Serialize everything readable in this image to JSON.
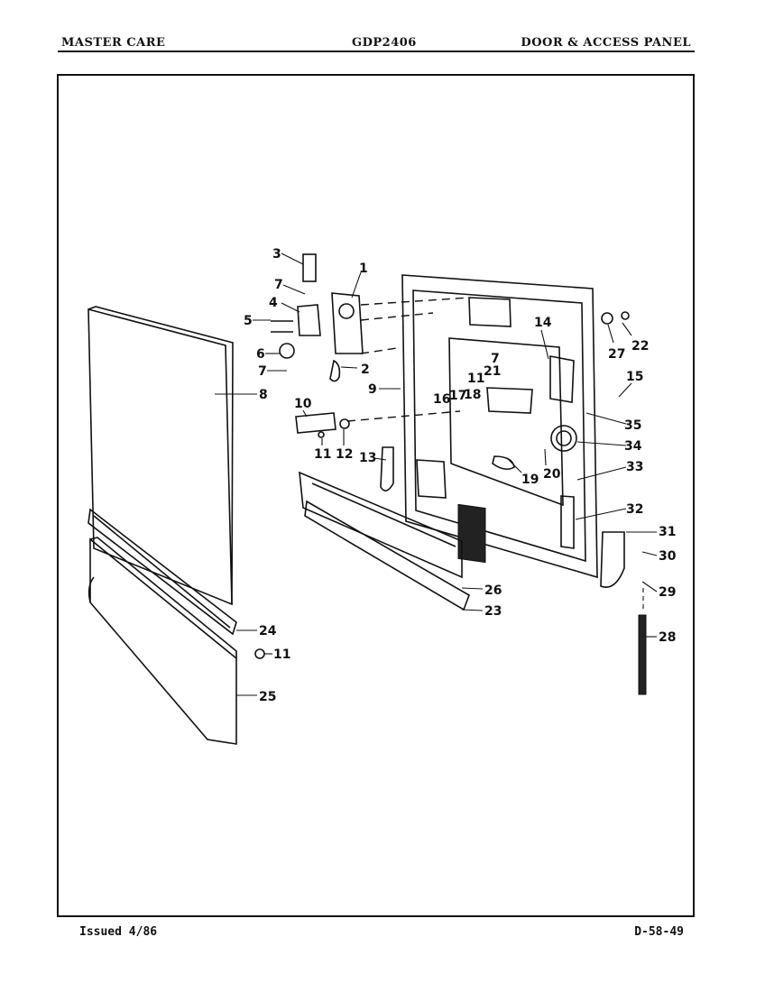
{
  "header": {
    "left": "MASTER CARE",
    "center": "GDP2406",
    "right": "DOOR & ACCESS PANEL"
  },
  "footer": {
    "issued": "Issued 4/86",
    "code": "D-58-49"
  },
  "callouts": [
    "1",
    "2",
    "3",
    "4",
    "5",
    "6",
    "7",
    "7",
    "7",
    "8",
    "9",
    "10",
    "11",
    "11",
    "11",
    "12",
    "13",
    "14",
    "15",
    "16",
    "17",
    "18",
    "19",
    "20",
    "21",
    "22",
    "23",
    "24",
    "25",
    "26",
    "27",
    "28",
    "29",
    "30",
    "31",
    "32",
    "33",
    "34",
    "35"
  ]
}
